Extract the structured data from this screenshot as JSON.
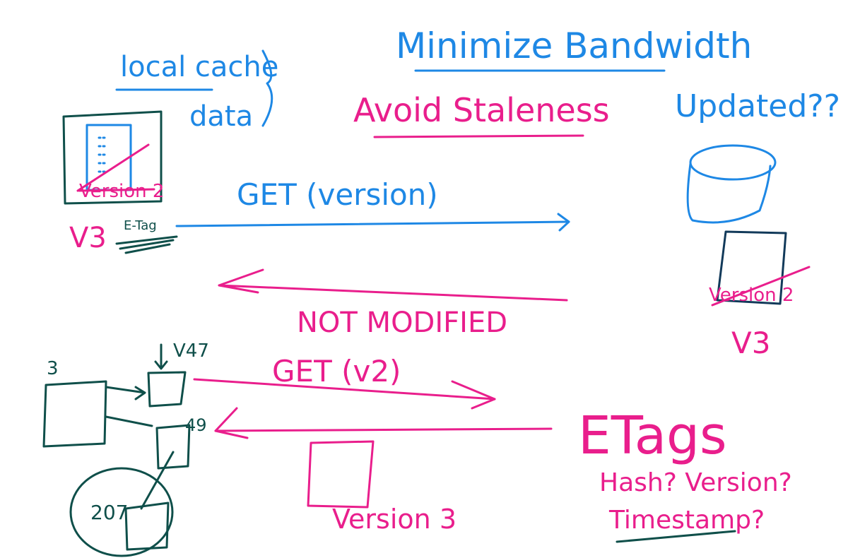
{
  "title": "Minimize Bandwidth",
  "subtitle": "Avoid Staleness",
  "cache_label_line1": "local cache",
  "cache_label_line2": "data",
  "server_question": "Updated??",
  "client_version_crossed": "Version 2",
  "client_version_new": "V3",
  "etag_label": "E-Tag",
  "request_label": "GET (version)",
  "response_label": "NOT MODIFIED",
  "server_version_crossed": "Version 2",
  "server_version_new": "V3",
  "bottom_client_number": "3",
  "bottom_version_top": "V47",
  "bottom_version_mid": "49",
  "bottom_circle_number": "207",
  "bottom_request_label": "GET (v2)",
  "bottom_response_version": "Version 3",
  "etags_heading": "ETags",
  "etags_options_line1": "Hash? Version?",
  "etags_options_line2": "Timestamp?",
  "colors": {
    "blue": "#1e88e5",
    "pink": "#e91e8c",
    "green": "#0f4f4a",
    "navy": "#123a5a"
  }
}
